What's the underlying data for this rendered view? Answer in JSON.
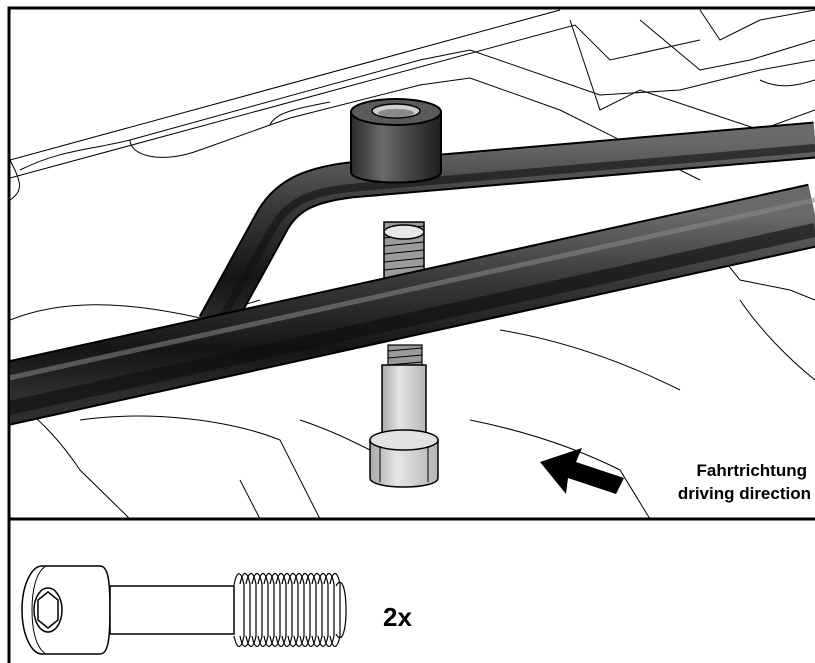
{
  "direction_label": {
    "german": "Fahrtrichtung",
    "english": "driving direction"
  },
  "parts": {
    "quantity": "2x",
    "item_icon": "socket-head-cap-screw-icon"
  },
  "colors": {
    "line": "#000000",
    "background": "#ffffff",
    "rail_dark": "#1c1c1c",
    "spacer": "#4a4a4a",
    "screw_grey": "#cfcfcf"
  }
}
